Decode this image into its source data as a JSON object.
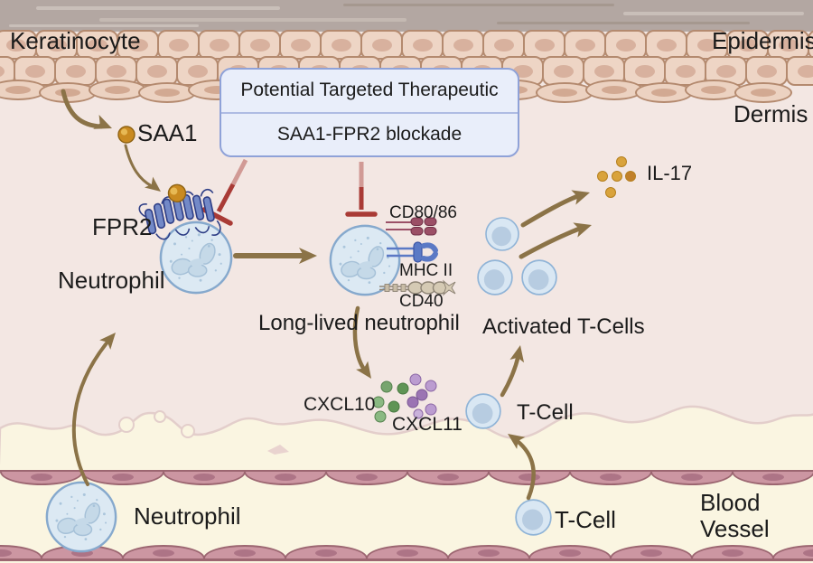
{
  "region_labels": {
    "keratinocyte": "Keratinocyte",
    "epidermis": "Epidermis",
    "dermis": "Dermis",
    "blood_vessel_line1": "Blood",
    "blood_vessel_line2": "Vessel"
  },
  "therapeutic_box": {
    "title": "Potential Targeted Therapeutic",
    "subtitle": "SAA1-FPR2 blockade"
  },
  "molecule_labels": {
    "saa1": "SAA1",
    "fpr2": "FPR2",
    "il17": "IL-17",
    "cd80_86": "CD80/86",
    "mhc2": "MHC II",
    "cd40": "CD40",
    "cxcl10": "CXCL10",
    "cxcl11": "CXCL11"
  },
  "cell_labels": {
    "neutrophil_dermis": "Neutrophil",
    "long_lived_neutrophil": "Long-lived neutrophil",
    "activated_tcells": "Activated T-Cells",
    "tcell_dermis": "T-Cell",
    "neutrophil_vessel": "Neutrophil",
    "tcell_vessel": "T-Cell"
  },
  "colors": {
    "dermis_bg": "#f3e7e3",
    "cream_bg": "#faf5e1",
    "epidermis_cell": "#eed5c5",
    "epidermis_border": "#b48a6f",
    "corneum_band": "#b3a7a2",
    "vessel_cell": "#cc96a2",
    "vessel_border": "#9c6671",
    "arrow": "#8b7347",
    "blockade_red": "#a93b36",
    "box_fill": "#e9eefa",
    "box_border": "#8fa2d8",
    "saa1_gold": "#c98a20",
    "il17_gold": "#d9a33c",
    "cxcl10_green": "#77a56e",
    "cxcl11_purple": "#9b74b3",
    "cd80_86_maroon": "#9b4f66",
    "mhc2_blue": "#5b79c5",
    "cd40_tan": "#d5cab4",
    "neutrophil_fill": "#dce9f3",
    "neutrophil_border": "#86a9cd",
    "tcell_fill": "#d9e7f3"
  }
}
